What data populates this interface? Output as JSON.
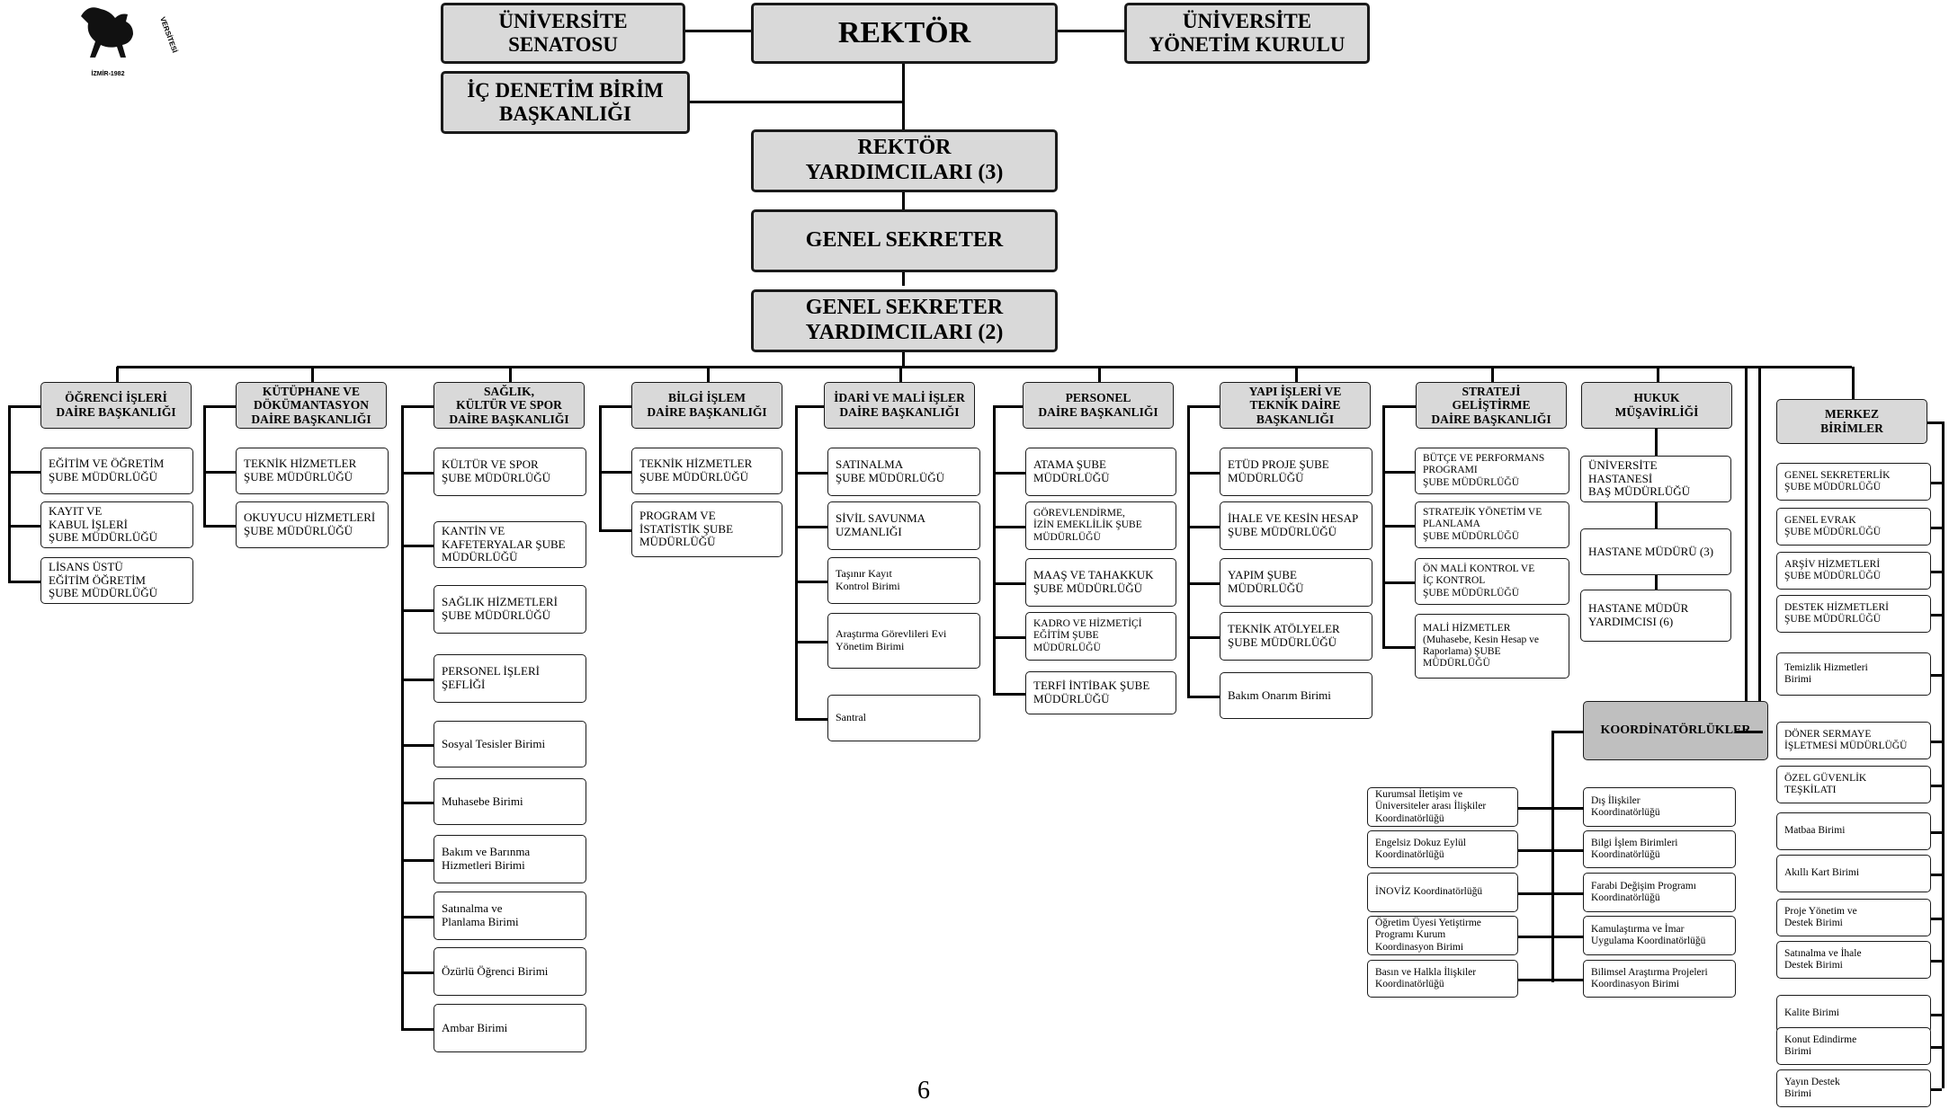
{
  "top": {
    "rektor": "REKTÖR",
    "senato": "ÜNİVERSİTE\nSENATOSU",
    "yonetim": "ÜNİVERSİTE\nYÖNETİM KURULU",
    "ic_denetim": "İÇ DENETİM BİRİM\nBAŞKANLIĞI",
    "rektor_yard": "REKTÖR\nYARDIMCILARI (3)",
    "genel_sekreter": "GENEL SEKRETER",
    "gs_yard": "GENEL SEKRETER\nYARDIMCILARI (2)"
  },
  "logo": {
    "city": "İZMİR-1982",
    "arc": "VERSİTESİ"
  },
  "departments": [
    {
      "title": "ÖĞRENCİ İŞLERİ\nDAİRE BAŞKANLIĞI",
      "units": [
        "EĞİTİM VE ÖĞRETİM\nŞUBE MÜDÜRLÜĞÜ",
        "KAYIT VE\nKABUL İŞLERİ\nŞUBE MÜDÜRLÜĞÜ",
        "LİSANS ÜSTÜ\nEĞİTİM ÖĞRETİM\nŞUBE MÜDÜRLÜĞÜ"
      ]
    },
    {
      "title": "KÜTÜPHANE VE\nDÖKÜMANTASYON\nDAİRE BAŞKANLIĞI",
      "units": [
        "TEKNİK HİZMETLER\nŞUBE MÜDÜRLÜĞÜ",
        "OKUYUCU HİZMETLERİ\nŞUBE MÜDÜRLÜĞÜ"
      ]
    },
    {
      "title": "SAĞLIK,\nKÜLTÜR VE SPOR\nDAİRE BAŞKANLIĞI",
      "units": [
        "KÜLTÜR VE SPOR\nŞUBE MÜDÜRLÜĞÜ",
        "KANTİN VE\nKAFETERYALAR ŞUBE\nMÜDÜRLÜĞÜ",
        "SAĞLIK HİZMETLERİ\nŞUBE MÜDÜRLÜĞÜ",
        "PERSONEL İŞLERİ\nŞEFLİĞİ",
        "Sosyal Tesisler Birimi",
        "Muhasebe Birimi",
        "Bakım ve Barınma\nHizmetleri Birimi",
        "Satınalma ve\nPlanlama Birimi",
        "Özürlü Öğrenci Birimi",
        "Ambar Birimi"
      ]
    },
    {
      "title": "BİLGİ İŞLEM\nDAİRE BAŞKANLIĞI",
      "units": [
        "TEKNİK HİZMETLER\nŞUBE MÜDÜRLÜĞÜ",
        "PROGRAM VE\nİSTATİSTİK ŞUBE\nMÜDÜRLÜĞÜ"
      ]
    },
    {
      "title": "İDARİ VE MALİ İŞLER\nDAİRE BAŞKANLIĞI",
      "units": [
        "SATINALMA\nŞUBE MÜDÜRLÜĞÜ",
        "SİVİL SAVUNMA\nUZMANLIĞI",
        "Taşınır Kayıt\nKontrol Birimi",
        "Araştırma Görevlileri Evi\nYönetim Birimi",
        "Santral"
      ]
    },
    {
      "title": "PERSONEL\nDAİRE BAŞKANLIĞI",
      "units": [
        "ATAMA ŞUBE\nMÜDÜRLÜĞÜ",
        "GÖREVLENDİRME,\nİZİN EMEKLİLİK ŞUBE\nMÜDÜRLÜĞÜ",
        "MAAŞ VE TAHAKKUK\nŞUBE MÜDÜRLÜĞÜ",
        "KADRO VE HİZMETİÇİ\nEĞİTİM ŞUBE\nMÜDÜRLÜĞÜ",
        "TERFİ İNTİBAK ŞUBE\nMÜDÜRLÜĞÜ"
      ]
    },
    {
      "title": "YAPI İŞLERİ VE\nTEKNİK DAİRE\nBAŞKANLIĞI",
      "units": [
        "ETÜD PROJE ŞUBE\nMÜDÜRLÜĞÜ",
        "İHALE VE KESİN HESAP\nŞUBE MÜDÜRLÜĞÜ",
        "YAPIM ŞUBE\nMÜDÜRLÜĞÜ",
        "TEKNİK ATÖLYELER\nŞUBE MÜDÜRLÜĞÜ",
        "Bakım Onarım Birimi"
      ]
    },
    {
      "title": "STRATEJİ\nGELİŞTİRME\nDAİRE BAŞKANLIĞI",
      "units": [
        "BÜTÇE VE PERFORMANS\nPROGRAMI\nŞUBE MÜDÜRLÜĞÜ",
        "STRATEJİK YÖNETİM VE\nPLANLAMA\nŞUBE MÜDÜRLÜĞÜ",
        "ÖN MALİ KONTROL VE\nİÇ KONTROL\nŞUBE MÜDÜRLÜĞÜ",
        "MALİ HİZMETLER\n(Muhasebe, Kesin Hesap ve\nRaporlama) ŞUBE\nMÜDÜRLÜĞÜ"
      ]
    },
    {
      "title": "HUKUK\nMÜŞAVİRLİĞİ",
      "units": [
        "ÜNİVERSİTE HASTANESİ\nBAŞ MÜDÜRLÜĞÜ",
        "HASTANE MÜDÜRÜ (3)",
        "HASTANE MÜDÜR\nYARDIMCISI (6)"
      ]
    },
    {
      "title": "MERKEZ\nBİRİMLER",
      "units": [
        "GENEL SEKRETERLİK\nŞUBE MÜDÜRLÜĞÜ",
        "GENEL EVRAK\nŞUBE MÜDÜRLÜĞÜ",
        "ARŞİV HİZMETLERİ\nŞUBE MÜDÜRLÜĞÜ",
        "DESTEK HİZMETLERİ\nŞUBE MÜDÜRLÜĞÜ",
        "Temizlik Hizmetleri\nBirimi",
        "DÖNER SERMAYE\nİŞLETMESİ MÜDÜRLÜĞÜ",
        "ÖZEL GÜVENLİK\nTEŞKİLATI",
        "Matbaa Birimi",
        "Akıllı Kart Birimi",
        "Proje Yönetim ve\nDestek Birimi",
        "Satınalma ve İhale\nDestek Birimi",
        "Kalite Birimi",
        "Konut Edindirme\nBirimi",
        "Yayın Destek\nBirimi"
      ]
    }
  ],
  "coordinators": {
    "title": "KOORDİNATÖRLÜKLER",
    "left": [
      "Kurumsal İletişim ve\nÜniversiteler arası İlişkiler\nKoordinatörlüğü",
      "Engelsiz Dokuz Eylül\nKoordinatörlüğü",
      "İNOVİZ Koordinatörlüğü",
      "Öğretim Üyesi Yetiştirme\nProgramı Kurum\nKoordinasyon Birimi",
      "Basın ve Halkla İlişkiler\nKoordinatörlüğü"
    ],
    "right": [
      "Dış İlişkiler\nKoordinatörlüğü",
      "Bilgi İşlem Birimleri\nKoordinatörlüğü",
      "Farabi Değişim Programı\nKoordinatörlüğü",
      "Kamulaştırma ve İmar\nUygulama Koordinatörlüğü",
      "Bilimsel Araştırma Projeleri\nKoordinasyon Birimi"
    ]
  },
  "page_number": "6"
}
